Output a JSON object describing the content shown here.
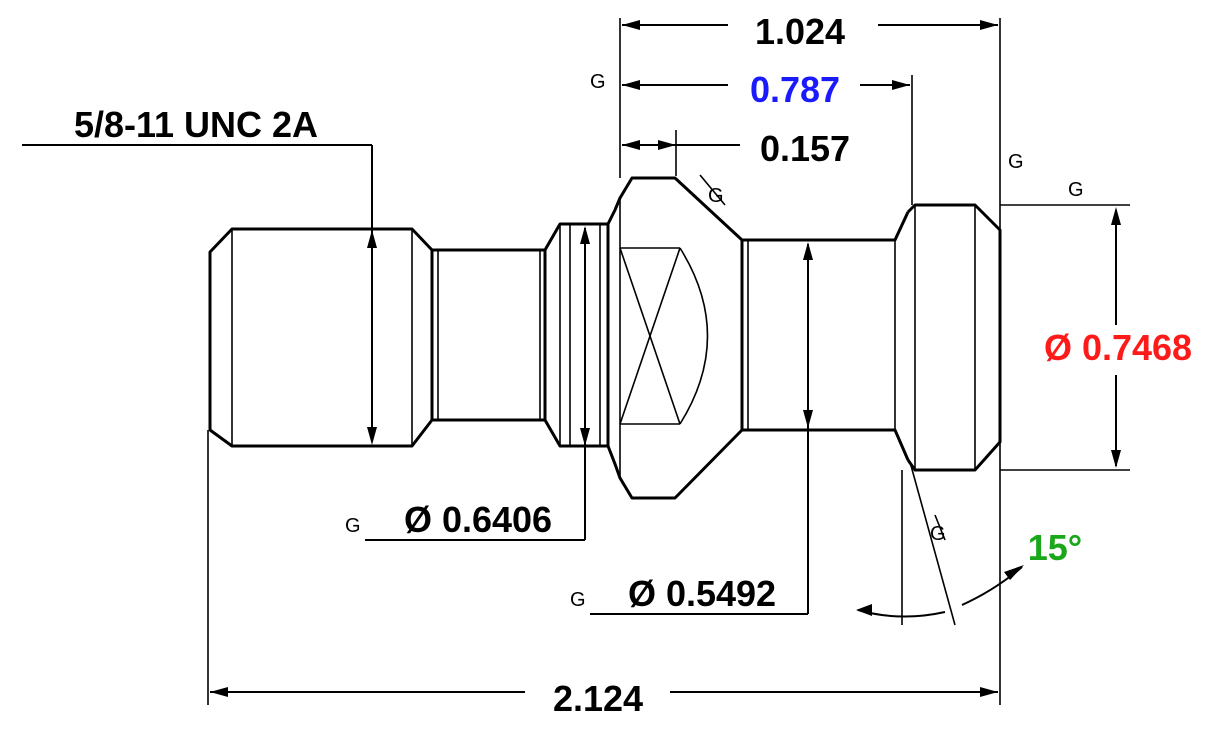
{
  "dimensions": {
    "overall_length": "2.124",
    "head_length": "1.024",
    "flange_to_head": "0.787",
    "flange_width": "0.157",
    "thread_spec": "5/8-11 UNC 2A",
    "head_diameter": "Ø 0.7468",
    "collar_diameter": "Ø 0.6406",
    "neck_diameter": "Ø 0.5492",
    "angle": "15°"
  },
  "grade_marks": {
    "symbol": "G"
  },
  "colors": {
    "line": "#000000",
    "flange_to_head": "#1a1aff",
    "head_diameter": "#ff1a1a",
    "angle": "#1aa81a"
  }
}
